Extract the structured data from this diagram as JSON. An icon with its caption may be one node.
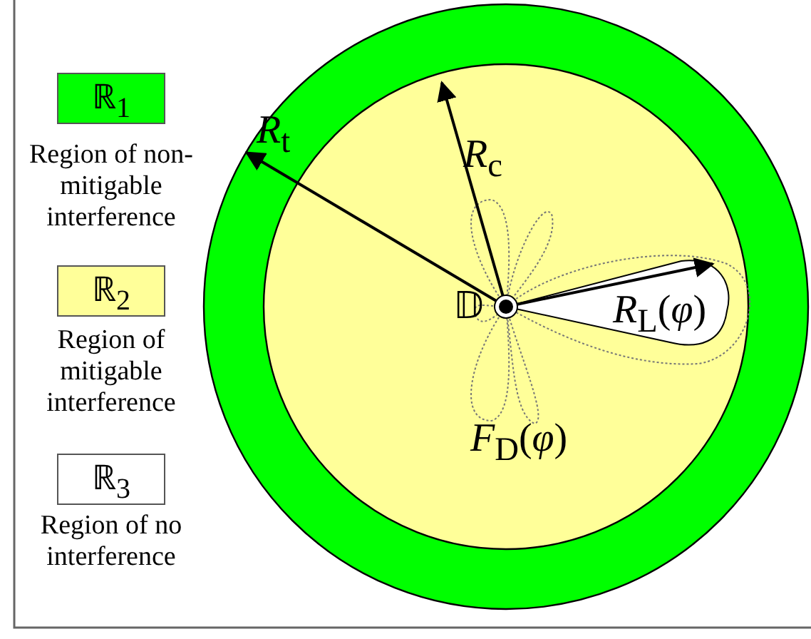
{
  "diagram": {
    "labels": [
      "ℝ$_{1}$",
      "ℝ$_{2}$",
      "ℝ$_{3}$",
      "*R*$_{t}$",
      "*R*$_{c}$",
      "𝔻",
      "*R*$_{L}$(*φ*)",
      "*F*$_{D}$(*φ*)"
    ],
    "legend": [
      {
        "text": "Region of non-mitigable interference",
        "color": "#00ff00"
      },
      {
        "text": "Region of mitigable interference",
        "color": "#ffff99"
      },
      {
        "text": "Region of no interference",
        "color": "#ffffff"
      }
    ]
  }
}
